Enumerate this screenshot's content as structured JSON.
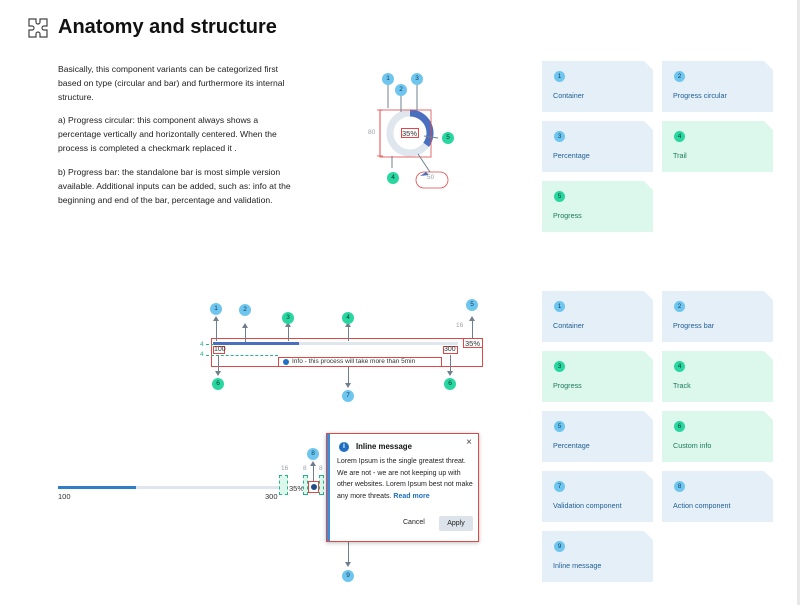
{
  "header": {
    "title": "Anatomy and structure",
    "logo_icon": "puzzle-icon"
  },
  "description": {
    "intro": "Basically, this component variants can be categorized first based on type (circular and bar) and furthermore its internal structure.",
    "circular": "a) Progress circular: this component always shows a percentage vertically and horizontally centered. When the process is completed a checkmark replaced it .",
    "bar": "b) Progress bar: the standalone bar is most simple version available. Additional inputs can be added, such as: info at the beginning and end of the bar, percentage and validation."
  },
  "circular_cards": [
    {
      "num": "1",
      "label": "Container",
      "tone": "blue"
    },
    {
      "num": "2",
      "label": "Progress circular",
      "tone": "blue"
    },
    {
      "num": "3",
      "label": "Percentage",
      "tone": "blue"
    },
    {
      "num": "4",
      "label": "Trail",
      "tone": "green"
    },
    {
      "num": "5",
      "label": "Progress",
      "tone": "green"
    }
  ],
  "bar_cards": [
    {
      "num": "1",
      "label": "Container",
      "tone": "blue"
    },
    {
      "num": "2",
      "label": "Progress bar",
      "tone": "blue"
    },
    {
      "num": "3",
      "label": "Progress",
      "tone": "green"
    },
    {
      "num": "4",
      "label": "Track",
      "tone": "green"
    },
    {
      "num": "5",
      "label": "Percentage",
      "tone": "blue"
    },
    {
      "num": "6",
      "label": "Custom info",
      "tone": "green"
    },
    {
      "num": "7",
      "label": "Validation component",
      "tone": "blue"
    },
    {
      "num": "8",
      "label": "Action component",
      "tone": "blue"
    },
    {
      "num": "9",
      "label": "Inline message",
      "tone": "blue"
    }
  ],
  "circular_diagram": {
    "percentage": "35%",
    "progress": 0.35,
    "size_label": "80",
    "check_label": "50",
    "badges": [
      "1",
      "2",
      "3",
      "4",
      "5"
    ]
  },
  "bar_diagram": {
    "start": "100",
    "end": "300",
    "percentage": "35%",
    "progress": 0.35,
    "gap_top": "16",
    "gap_left_1": "4",
    "gap_left_2": "4",
    "info_text": "Info - this process will take more than 5min",
    "badges": [
      "1",
      "2",
      "3",
      "4",
      "5",
      "6",
      "6",
      "7"
    ]
  },
  "action_diagram": {
    "start": "100",
    "end": "300",
    "percentage": "35%",
    "progress": 0.35,
    "gap_16": "16",
    "gap_8a": "8",
    "gap_8b": "8",
    "badge_top": "8",
    "badge_bottom": "9"
  },
  "inline_message": {
    "title": "Inline message",
    "close": "×",
    "body": "Lorem Ipsum is the single greatest threat. We are not - we are not keeping up with other websites. Lorem Ipsum best not make any more threats.",
    "link": "Read more",
    "cancel_label": "Cancel",
    "apply_label": "Apply"
  },
  "colors": {
    "accent": "#1f6fc2",
    "progress_blue": "#4a6fbf",
    "badge_blue": "#6ec6ee",
    "badge_green": "#2ad6a0",
    "card_blue": "#e4eff8",
    "card_green": "#dcf7ec",
    "highlight_red": "#e04848"
  }
}
